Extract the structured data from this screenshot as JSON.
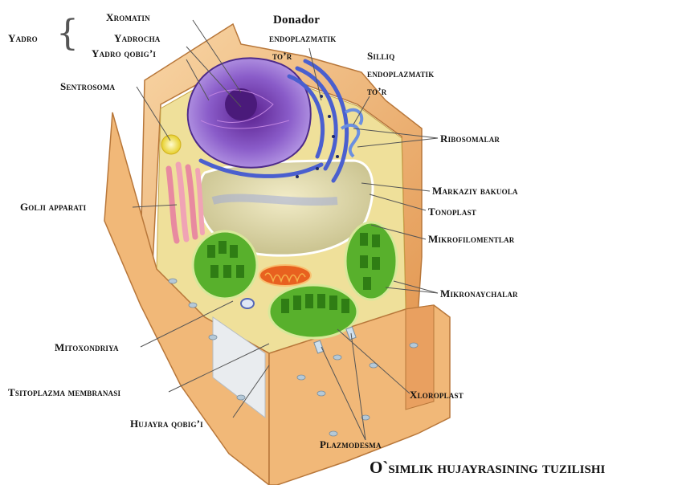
{
  "labels": {
    "yadro": "Yadro",
    "xromatin": "Xromatin",
    "yadrocha": "Yadrocha",
    "yadro_qobigi": "Yadro qobig’i",
    "donador_er_1": "Donador",
    "donador_er_2": "endoplazmatik",
    "donador_er_3": "to’r",
    "silliq_er_1": "Silliq",
    "silliq_er_2": "endoplazmatik",
    "silliq_er_3": "to’r",
    "sentrosoma": "Sentrosoma",
    "ribosomalar": "Ribosomalar",
    "markaziy_bakuola": "Markaziy bakuola",
    "golji": "Golji apparati",
    "tonoplast": "Tonoplast",
    "mikrofilamentlar": "Mikrofilomentlar",
    "mikronaychalar": "Mikronaychalar",
    "mitoxondriya": "Mitoxondriya",
    "tsitoplazma": "Tsitoplazma membranasi",
    "xloroplast": "Xloroplast",
    "hujayra_qobigi": "Hujayra qobig’i",
    "plazmodesma": "Plazmodesma"
  },
  "title": "O`simlik hujayrasining tuzilishi",
  "colors": {
    "cell_wall": "#e8a866",
    "cell_wall_light": "#f6cf9c",
    "cytoplasm": "#f3e6a0",
    "nucleus": "#7a4fc0",
    "er": "#5a6fd0",
    "vacuole": "#d9d6a8",
    "chloroplast": "#4aa023",
    "golgi": "#e98aa0",
    "mitochondria": "#e05a1e",
    "centrosome": "#f5e04a"
  }
}
